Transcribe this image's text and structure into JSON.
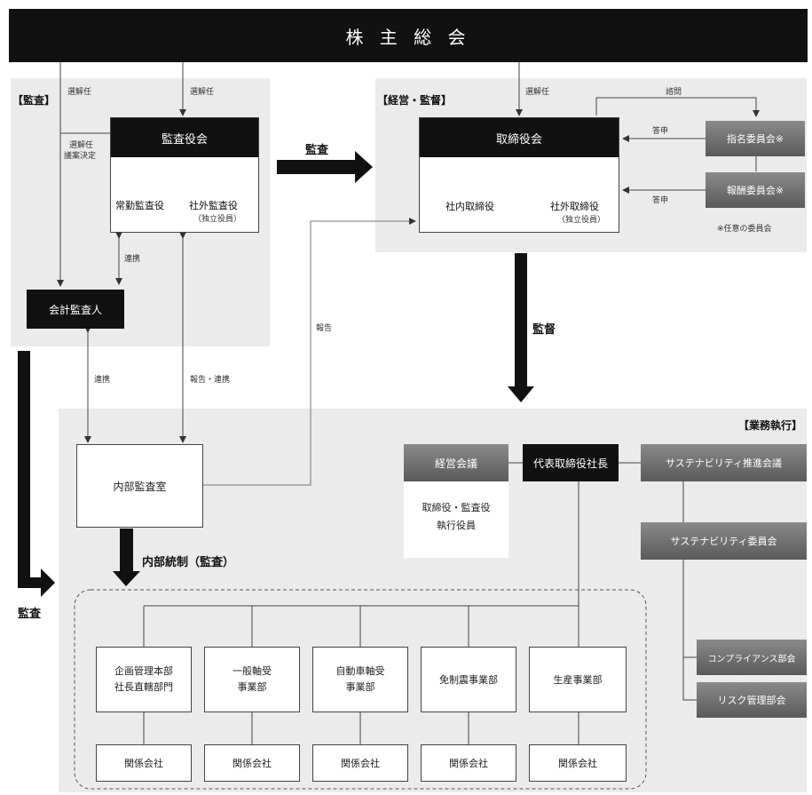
{
  "shareholders_meeting": "株 主 総 会",
  "sections": {
    "audit": "【監査】",
    "management": "【経営・監督】",
    "business": "【業務執行】"
  },
  "audit_board": {
    "title": "監査役会",
    "fulltime": "常勤監査役",
    "outside": "社外監査役",
    "outside_note": "（独立役員）"
  },
  "auditor": "会計監査人",
  "board": {
    "title": "取締役会",
    "inside": "社内取締役",
    "outside": "社外取締役",
    "outside_note": "（独立役員）"
  },
  "committees": {
    "nomination": "指名委員会※",
    "compensation": "報酬委員会※",
    "note": "※任意の委員会"
  },
  "internal_audit": "内部監査室",
  "management_meeting": {
    "title": "経営会議",
    "members": [
      "取締役・監査役",
      "執行役員"
    ]
  },
  "president": "代表取締役社長",
  "sustainability": {
    "promotion": "サステナビリティ推進会議",
    "committee": "サステナビリティ委員会",
    "compliance": "コンプライアンス部会",
    "risk": "リスク管理部会"
  },
  "departments": [
    {
      "name": [
        "企画管理本部",
        "社長直轄部門"
      ],
      "affiliate": "関係会社"
    },
    {
      "name": [
        "一般軸受",
        "事業部"
      ],
      "affiliate": "関係会社"
    },
    {
      "name": [
        "自動車軸受",
        "事業部"
      ],
      "affiliate": "関係会社"
    },
    {
      "name": [
        "免制震事業部"
      ],
      "affiliate": "関係会社"
    },
    {
      "name": [
        "生産事業部"
      ],
      "affiliate": "関係会社"
    }
  ],
  "labels": {
    "elect1": "選解任",
    "elect2": "選解任",
    "elect3": "選解任",
    "elect_proposal": [
      "選解任",
      "議案決定"
    ],
    "consult": "諮問",
    "report1": "答申",
    "report2": "答申",
    "cooperate": "連携",
    "cooperate2": "連携",
    "report_coop": "報告・連携",
    "report": "報告",
    "audit_arrow": "監査",
    "supervise_arrow": "監督",
    "audit_left": "監査",
    "internal_control": "内部統制（監査）"
  }
}
